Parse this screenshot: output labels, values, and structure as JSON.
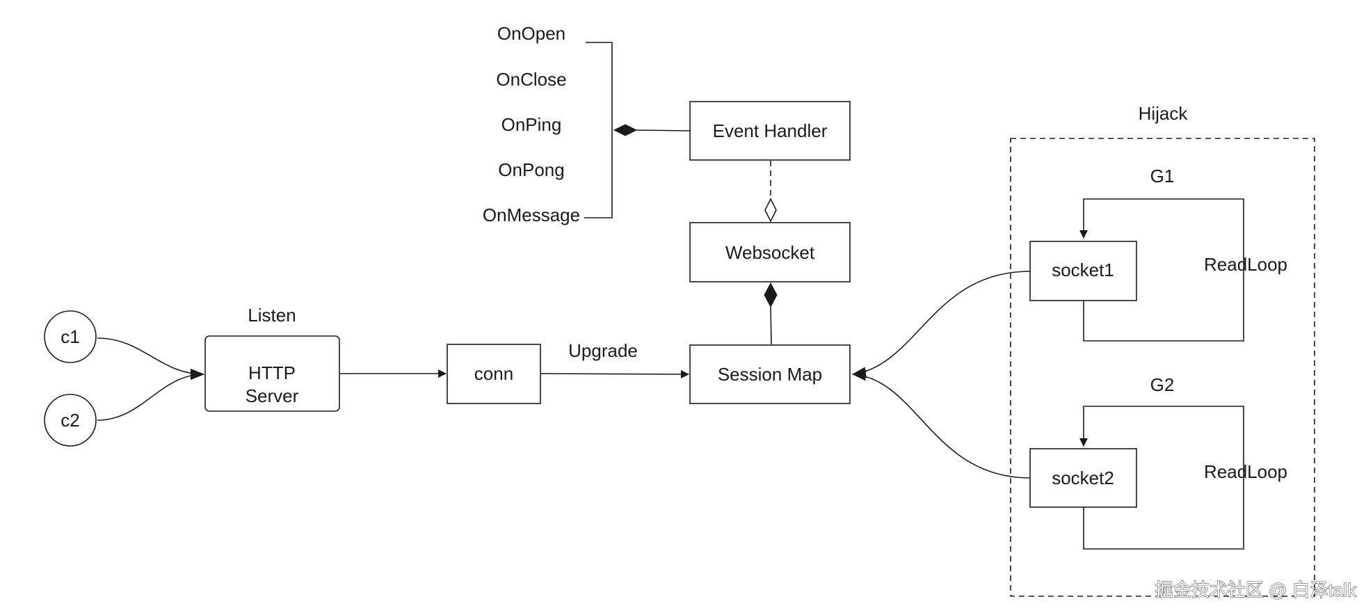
{
  "diagram": {
    "events": [
      "OnOpen",
      "OnClose",
      "OnPing",
      "OnPong",
      "OnMessage"
    ],
    "event_handler": "Event Handler",
    "websocket": "Websocket",
    "listen_label": "Listen",
    "http_server": [
      "HTTP",
      "Server"
    ],
    "clients": [
      "c1",
      "c2"
    ],
    "conn": "conn",
    "upgrade_label": "Upgrade",
    "session_map": "Session Map",
    "hijack_label": "Hijack",
    "groups": [
      {
        "title": "G1",
        "socket": "socket1",
        "loop": "ReadLoop"
      },
      {
        "title": "G2",
        "socket": "socket2",
        "loop": "ReadLoop"
      }
    ]
  },
  "watermark": "掘金技术社区 @ 白泽talk"
}
